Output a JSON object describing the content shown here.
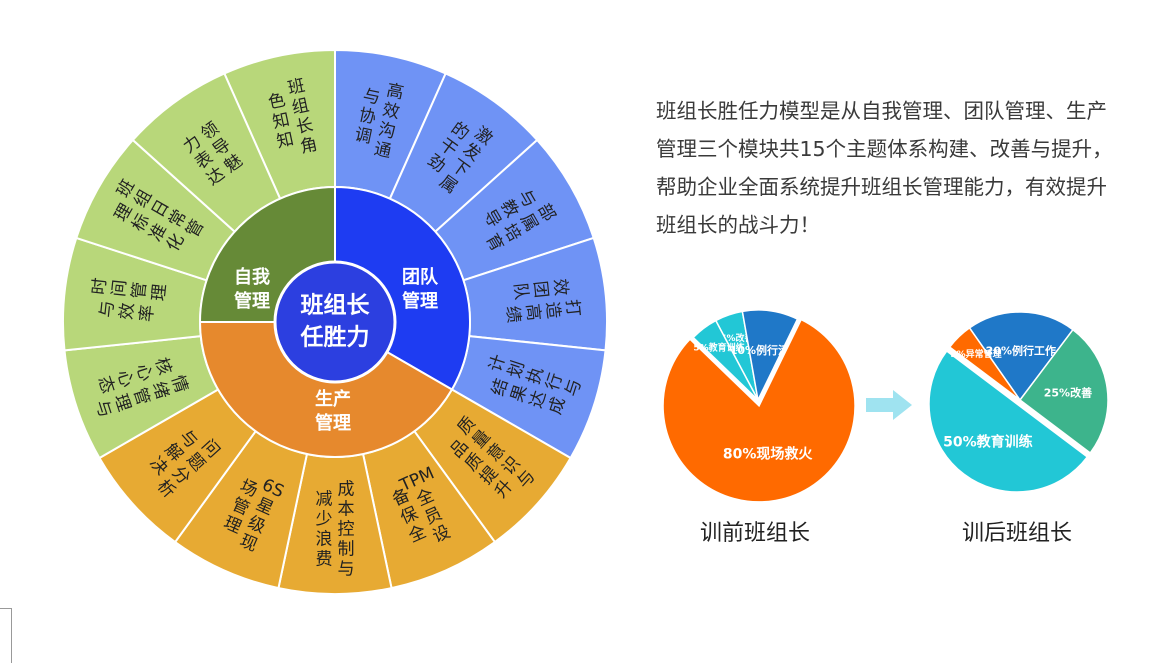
{
  "wheel": {
    "center": {
      "line1": "班组长",
      "line2": "任胜力"
    },
    "modules": [
      {
        "key": "self",
        "line1": "自我",
        "line2": "管理",
        "color": "#668A37"
      },
      {
        "key": "team",
        "line1": "团队",
        "line2": "管理",
        "color": "#1E3CF2"
      },
      {
        "key": "prod",
        "line1": "生产",
        "line2": "管理",
        "color": "#E6892D"
      }
    ],
    "colors": {
      "self_outer": "#B8D77A",
      "team_outer": "#6F93F5",
      "prod_outer": "#E7AA33",
      "center": "#2C3FE0"
    },
    "topics": [
      {
        "module": "self",
        "text": "班组长角色知知"
      },
      {
        "module": "team",
        "text": "高效沟通与协调"
      },
      {
        "module": "team",
        "text": "激发下属的干劲"
      },
      {
        "module": "team",
        "text": "部属培育与教导"
      },
      {
        "module": "team",
        "text": "打造高绩效团队"
      },
      {
        "module": "team",
        "text": "计划执行与结果达成"
      },
      {
        "module": "prod",
        "text": "质量意识与品质提升"
      },
      {
        "module": "prod",
        "text": "TPM全员设备保全"
      },
      {
        "module": "prod",
        "text": "成本控制与减少浪费"
      },
      {
        "module": "prod",
        "text": "6S星级现场管理"
      },
      {
        "module": "prod",
        "text": "问题分析与解决"
      },
      {
        "module": "self",
        "text": "情绪管理与核心心态"
      },
      {
        "module": "self",
        "text": "时间管理与效率"
      },
      {
        "module": "self",
        "text": "班组日常管理标准化"
      },
      {
        "module": "self",
        "text": "领导魅力表达"
      }
    ]
  },
  "description": "班组长胜任力模型是从自我管理、团队管理、生产管理三个模块共15个主题体系构建、改善与提升，帮助企业全面系统提升班组长管理能力，有效提升班组长的战斗力！",
  "chart_data": [
    {
      "type": "pie",
      "title": "训前班组长",
      "categories": [
        "5%改善",
        "10%例行活动",
        "80%现场救火",
        "5%教育训练"
      ],
      "values": [
        5,
        10,
        80,
        5
      ],
      "colors": [
        "#22C7D6",
        "#1F78C8",
        "#FF6A00",
        "#22C7D6"
      ]
    },
    {
      "type": "pie",
      "title": "训后班组长",
      "categories": [
        "20%例行工作",
        "25%改善",
        "50%教育训练",
        "5%异常管理"
      ],
      "values": [
        20,
        25,
        50,
        5
      ],
      "colors": [
        "#1F78C8",
        "#3DB48C",
        "#22C7D6",
        "#FF6A00"
      ]
    }
  ],
  "arrow_color": "#9FE3F0"
}
